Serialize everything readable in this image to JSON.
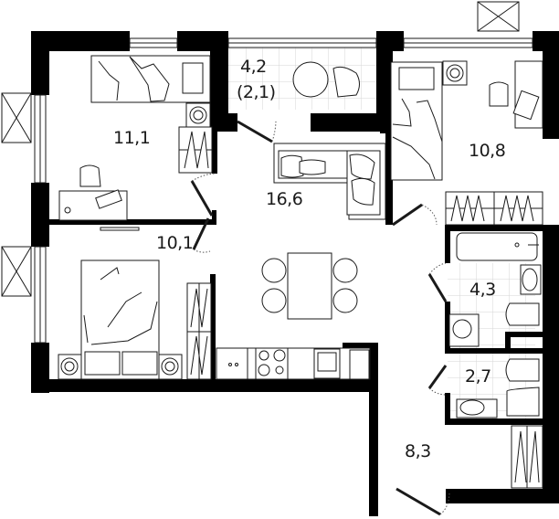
{
  "plan": {
    "type": "apartment-floor-plan",
    "units": "m²",
    "rooms": [
      {
        "id": "bedroom-1",
        "name": "Bedroom",
        "area": "11,1"
      },
      {
        "id": "balcony",
        "name": "Balcony",
        "area": "4,2",
        "area_reduced": "(2,1)"
      },
      {
        "id": "bedroom-2",
        "name": "Bedroom",
        "area": "10,8"
      },
      {
        "id": "living-kitchen",
        "name": "Living room / Kitchen",
        "area": "16,6"
      },
      {
        "id": "bedroom-3",
        "name": "Bedroom",
        "area": "10,1"
      },
      {
        "id": "bathroom",
        "name": "Bathroom",
        "area": "4,3"
      },
      {
        "id": "wc",
        "name": "WC / Shower",
        "area": "2,7"
      },
      {
        "id": "hallway",
        "name": "Hallway",
        "area": "8,3"
      }
    ],
    "colors": {
      "wall": "#000000",
      "line": "#1a1a1a",
      "tile": "#d9d9d9",
      "background": "#ffffff"
    }
  }
}
